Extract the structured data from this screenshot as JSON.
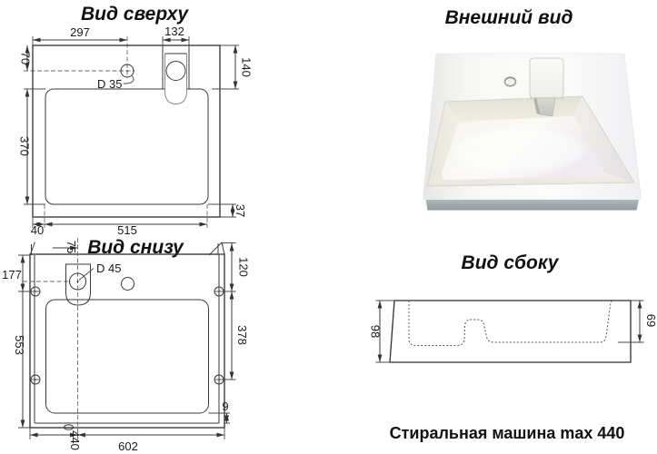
{
  "views": {
    "top": {
      "title": "Вид сверху",
      "hole_label": "D 35",
      "dims": {
        "d297": "297",
        "d132": "132",
        "d70": "70",
        "d140": "140",
        "d370": "370",
        "d37": "37",
        "d40": "40",
        "d515": "515"
      }
    },
    "bottom": {
      "title": "Вид снизу",
      "hole_label": "D 45",
      "dims": {
        "d75": "75",
        "d177": "177",
        "d120": "120",
        "d378": "378",
        "d553": "553",
        "d9": "9",
        "d440": "440",
        "d602": "602"
      }
    },
    "photo": {
      "title": "Внешний вид"
    },
    "side": {
      "title": "Вид сбоку",
      "dims": {
        "d98": "98",
        "d69": "69"
      }
    }
  },
  "caption": "Стиральная машина max 440",
  "colors": {
    "line": "#2e2e2e",
    "dim_text": "#1a1a1a",
    "photo_base": "#a0a6ac"
  }
}
